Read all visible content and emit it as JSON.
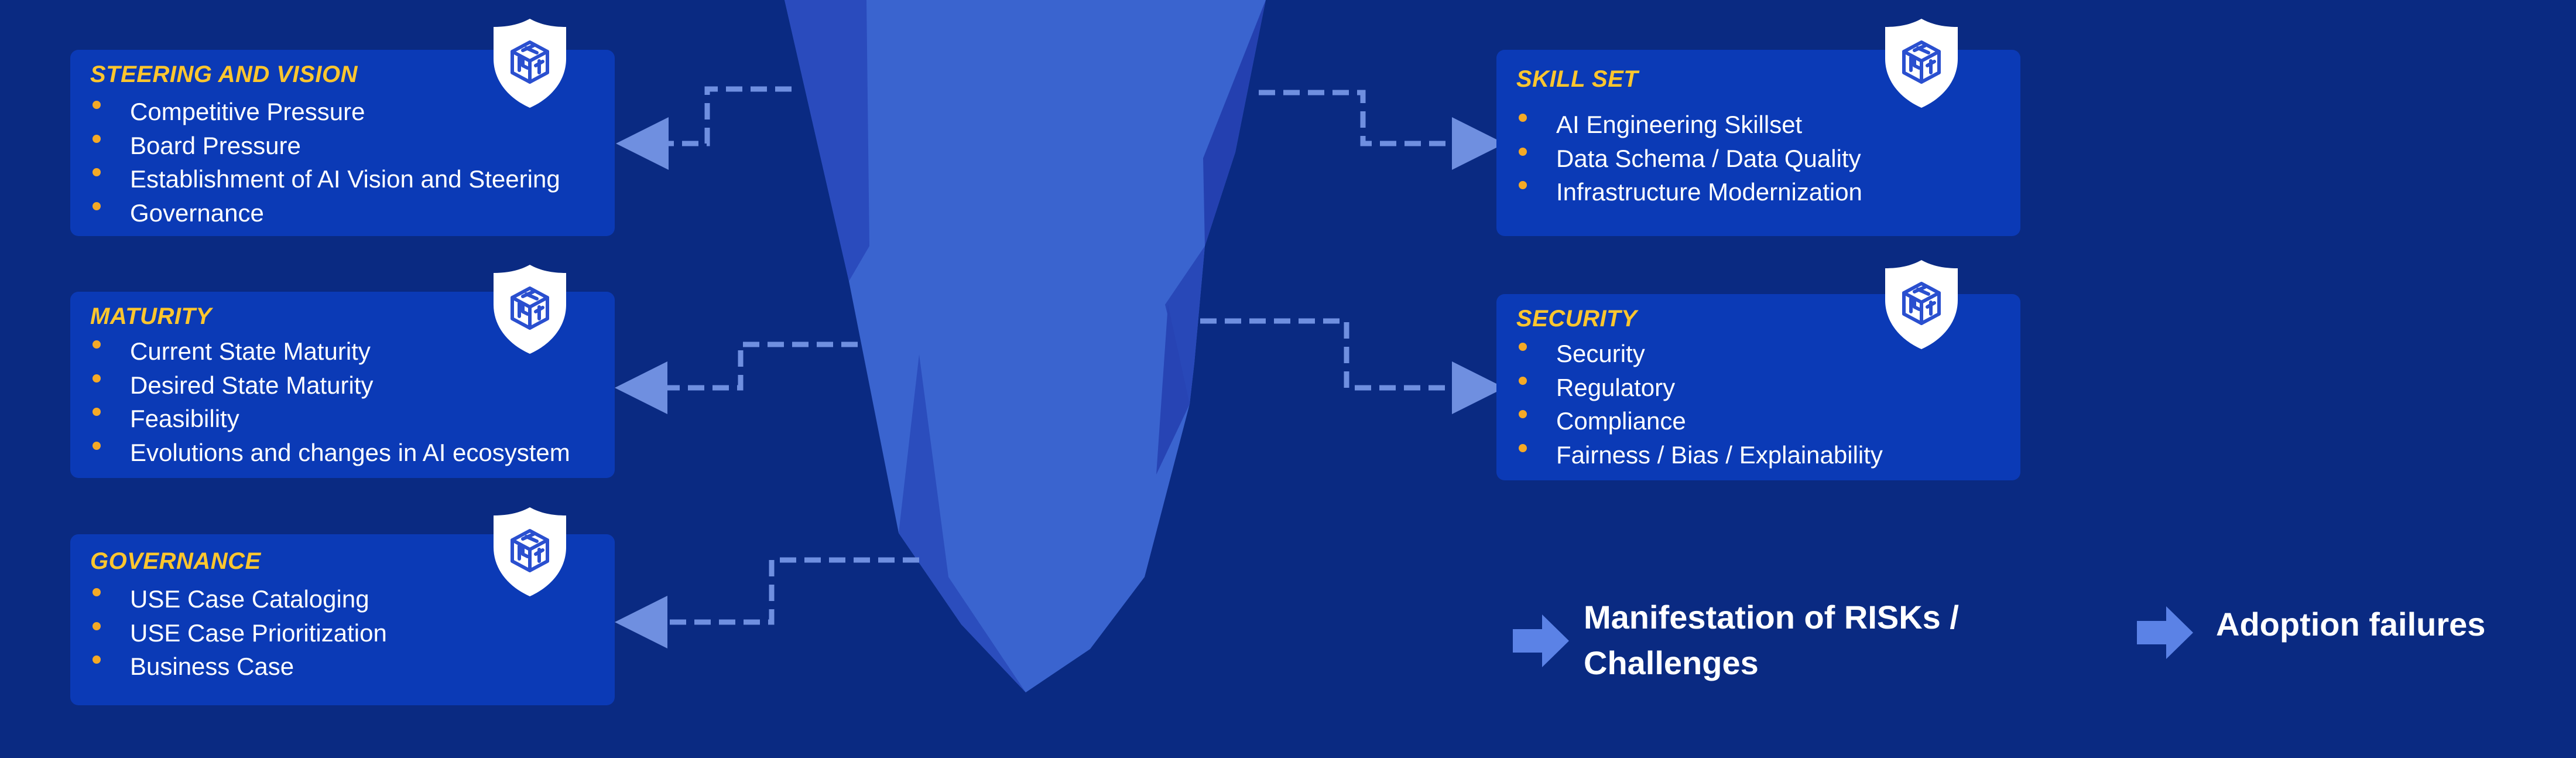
{
  "cards": [
    {
      "title": "STEERING AND VISION",
      "items": [
        "Competitive Pressure",
        "Board Pressure",
        "Establishment of AI Vision and Steering",
        "Governance"
      ]
    },
    {
      "title": "MATURITY",
      "items": [
        "Current State Maturity",
        "Desired State Maturity",
        "Feasibility",
        "Evolutions and changes in AI ecosystem"
      ]
    },
    {
      "title": "GOVERNANCE",
      "items": [
        "USE Case Cataloging",
        "USE Case Prioritization",
        "Business Case"
      ]
    },
    {
      "title": "SKILL SET",
      "items": [
        "AI Engineering Skillset",
        "Data Schema / Data Quality",
        "Infrastructure Modernization"
      ]
    },
    {
      "title": "SECURITY",
      "items": [
        "Security",
        "Regulatory",
        "Compliance",
        "Fairness / Bias / Explainability"
      ]
    }
  ],
  "legend": {
    "risk_label_line1": "Manifestation of RISKs /",
    "risk_label_line2": "Challenges",
    "adoption_label": "Adoption failures"
  },
  "icons": {
    "card_badge": "shield-cube-icon",
    "legend_arrow": "right-arrow-icon"
  },
  "colors": {
    "background": "#0a2a82",
    "card": "#0b3ab6",
    "title_accent": "#ffc62e",
    "bullet": "#f4a926",
    "iceberg": "#3a64cf",
    "iceberg_shadow": "#2440b0",
    "connector": "#6f8fe0"
  }
}
